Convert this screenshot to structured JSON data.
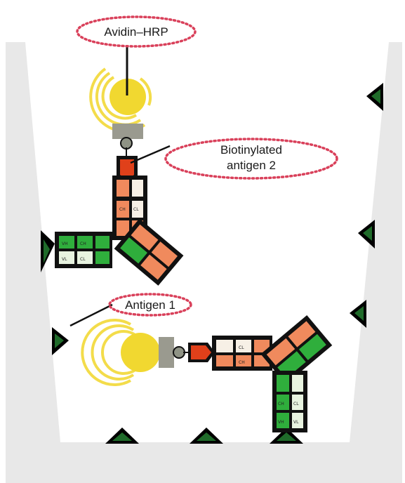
{
  "labels": {
    "avidin_hrp": "Avidin–HRP",
    "biotinylated_line1": "Biotinylated",
    "biotinylated_line2": "antigen 2",
    "antigen_1": "Antigen 1"
  },
  "domain_labels": {
    "ch": "CH",
    "cl": "CL",
    "vh": "VH",
    "vl": "VL"
  },
  "colors": {
    "well": "#e8e8e8",
    "hrp": "#f1d830",
    "hrp_rings": "#f3dc4a",
    "avidin": "#9a9a8f",
    "biotin": "#8f9385",
    "antigen2": "#e0401a",
    "antibody_a": "#f08a5d",
    "antibody_b": "#2fae3c",
    "antigen1": "#1f6b2a",
    "label_ring": "#d9405a"
  }
}
